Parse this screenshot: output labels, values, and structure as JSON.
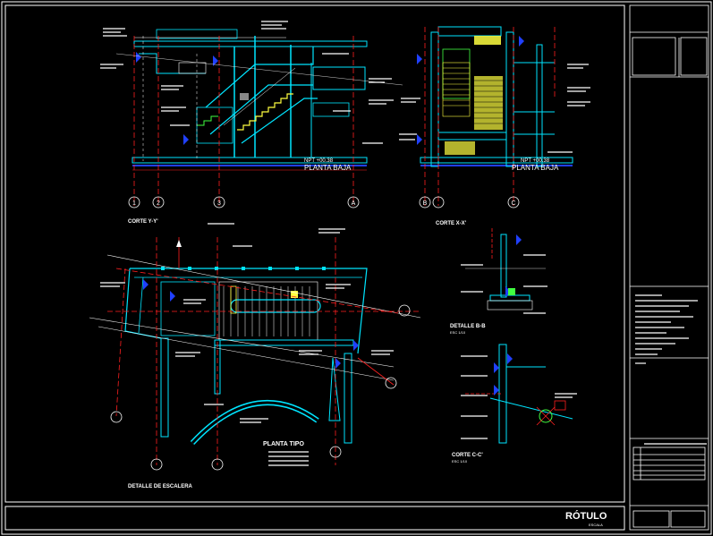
{
  "drawing": {
    "views": {
      "corte_1": {
        "title": "CORTE Y-Y'",
        "level_note": "NPT +00.38",
        "floor_label": "PLANTA BAJA"
      },
      "corte_2": {
        "title": "CORTE X-X'",
        "level_note": "NPT +00.38",
        "floor_label": "PLANTA BAJA"
      },
      "detalle_b": {
        "title": "DETALLE B-B",
        "scale": "ESC 1/10"
      },
      "corte_c": {
        "title": "CORTE C-C'",
        "scale": "ESC 1/10"
      },
      "planta": {
        "title": "PLANTA TIPO",
        "subtitle": "DETALLE DE ESCALERA"
      }
    },
    "axis_markers": [
      "1",
      "2",
      "3",
      "A",
      "B",
      "C"
    ]
  },
  "title_block": {
    "main_label": "RÓTULO",
    "sub_label": "ESCALA"
  },
  "colors": {
    "background": "#000000",
    "frame": "#ffffff",
    "structure": "#00e5ff",
    "axes": "#ff2020",
    "steps": "#ffff40",
    "text": "#ffffff",
    "accent": "#2040ff",
    "secondary": "#40ff40"
  }
}
